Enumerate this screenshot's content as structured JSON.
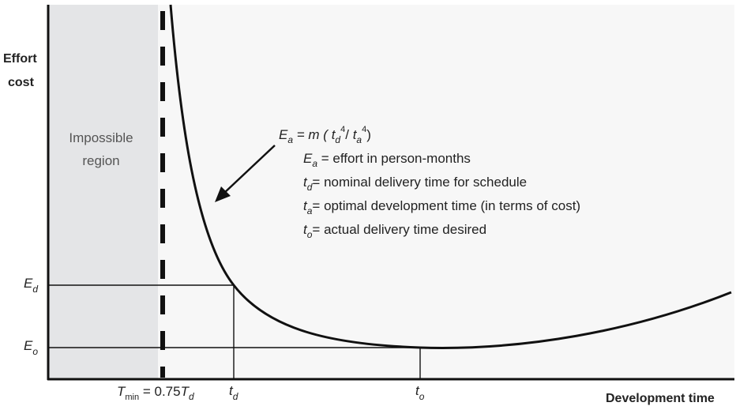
{
  "axes": {
    "y_title_line1": "Effort",
    "y_title_line2": "cost",
    "x_title": "Development time"
  },
  "region": {
    "line1": "Impossible",
    "line2": "region"
  },
  "formula": {
    "lhs_main": "E",
    "lhs_sub": "a",
    "eq_m_open": " = m ( ",
    "td_main": "t",
    "td_sub": "d",
    "exp1": "4",
    "slash": "/ ",
    "ta_main": "t",
    "ta_sub": "a",
    "exp2": "4",
    "close": ")"
  },
  "legend": [
    {
      "symbol": "E",
      "sub": "a",
      "text": " = effort in person-months"
    },
    {
      "symbol": "t",
      "sub": "d",
      "text": "= nominal delivery time for schedule"
    },
    {
      "symbol": "t",
      "sub": "a",
      "text": "= optimal development time (in terms of cost)"
    },
    {
      "symbol": "t",
      "sub": "o",
      "text": "= actual delivery time desired"
    }
  ],
  "y_ticks": {
    "ed_main": "E",
    "ed_sub": "d",
    "eo_main": "E",
    "eo_sub": "o"
  },
  "x_ticks": {
    "tmin_main": "T",
    "tmin_sub": "min",
    "tmin_rest": " = 0.75",
    "tmin_T": "T",
    "tmin_T_sub": "d",
    "td_main": "t",
    "td_sub": "d",
    "to_main": "t",
    "to_sub": "o"
  },
  "colors": {
    "region_fill": "#e4e5e7",
    "plot_bg": "#f7f7f7",
    "curve": "#111111"
  }
}
